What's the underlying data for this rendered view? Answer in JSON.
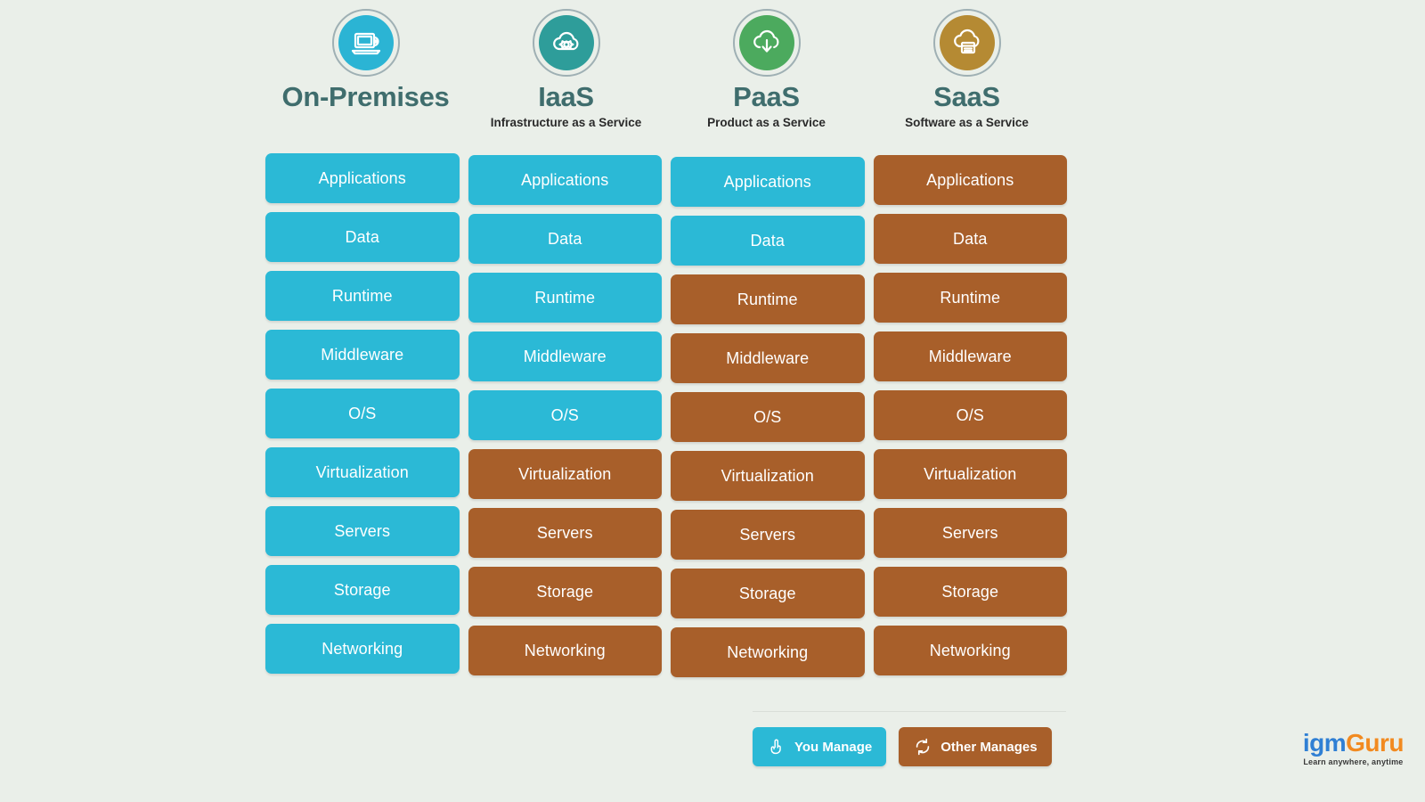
{
  "background_color": "#eaefe9",
  "colors": {
    "you_manage": "#2bb9d6",
    "other_manages": "#a85f2a",
    "title": "#3f6d6d",
    "on_prem_icon": "#2bb4d4",
    "iaas_icon": "#2e9d9a",
    "paas_icon": "#4caa5e",
    "saas_icon": "#b58a33"
  },
  "columns": [
    {
      "title": "On-Premises",
      "subtitle": "",
      "icon": "laptop-disc-icon",
      "icon_color": "#2bb4d4",
      "layers": [
        {
          "label": "Applications",
          "owner": "you"
        },
        {
          "label": "Data",
          "owner": "you"
        },
        {
          "label": "Runtime",
          "owner": "you"
        },
        {
          "label": "Middleware",
          "owner": "you"
        },
        {
          "label": "O/S",
          "owner": "you"
        },
        {
          "label": "Virtualization",
          "owner": "you"
        },
        {
          "label": "Servers",
          "owner": "you"
        },
        {
          "label": "Storage",
          "owner": "you"
        },
        {
          "label": "Networking",
          "owner": "you"
        }
      ]
    },
    {
      "title": "IaaS",
      "subtitle": "Infrastructure as a Service",
      "icon": "cloud-gear-icon",
      "icon_color": "#2e9d9a",
      "layers": [
        {
          "label": "Applications",
          "owner": "you"
        },
        {
          "label": "Data",
          "owner": "you"
        },
        {
          "label": "Runtime",
          "owner": "you"
        },
        {
          "label": "Middleware",
          "owner": "you"
        },
        {
          "label": "O/S",
          "owner": "you"
        },
        {
          "label": "Virtualization",
          "owner": "other"
        },
        {
          "label": "Servers",
          "owner": "other"
        },
        {
          "label": "Storage",
          "owner": "other"
        },
        {
          "label": "Networking",
          "owner": "other"
        }
      ]
    },
    {
      "title": "PaaS",
      "subtitle": "Product as a Service",
      "icon": "cloud-download-icon",
      "icon_color": "#4caa5e",
      "layers": [
        {
          "label": "Applications",
          "owner": "you"
        },
        {
          "label": "Data",
          "owner": "you"
        },
        {
          "label": "Runtime",
          "owner": "other"
        },
        {
          "label": "Middleware",
          "owner": "other"
        },
        {
          "label": "O/S",
          "owner": "other"
        },
        {
          "label": "Virtualization",
          "owner": "other"
        },
        {
          "label": "Servers",
          "owner": "other"
        },
        {
          "label": "Storage",
          "owner": "other"
        },
        {
          "label": "Networking",
          "owner": "other"
        }
      ]
    },
    {
      "title": "SaaS",
      "subtitle": "Software as a Service",
      "icon": "cloud-window-icon",
      "icon_color": "#b58a33",
      "layers": [
        {
          "label": "Applications",
          "owner": "other"
        },
        {
          "label": "Data",
          "owner": "other"
        },
        {
          "label": "Runtime",
          "owner": "other"
        },
        {
          "label": "Middleware",
          "owner": "other"
        },
        {
          "label": "O/S",
          "owner": "other"
        },
        {
          "label": "Virtualization",
          "owner": "other"
        },
        {
          "label": "Servers",
          "owner": "other"
        },
        {
          "label": "Storage",
          "owner": "other"
        },
        {
          "label": "Networking",
          "owner": "other"
        }
      ]
    }
  ],
  "legend": [
    {
      "label": "You Manage",
      "owner": "you",
      "icon": "hand-pointer-icon"
    },
    {
      "label": "Other Manages",
      "owner": "other",
      "icon": "refresh-circle-icon"
    }
  ],
  "logo": {
    "part1": "igm",
    "part2": "Guru",
    "tagline": "Learn anywhere, anytime"
  }
}
